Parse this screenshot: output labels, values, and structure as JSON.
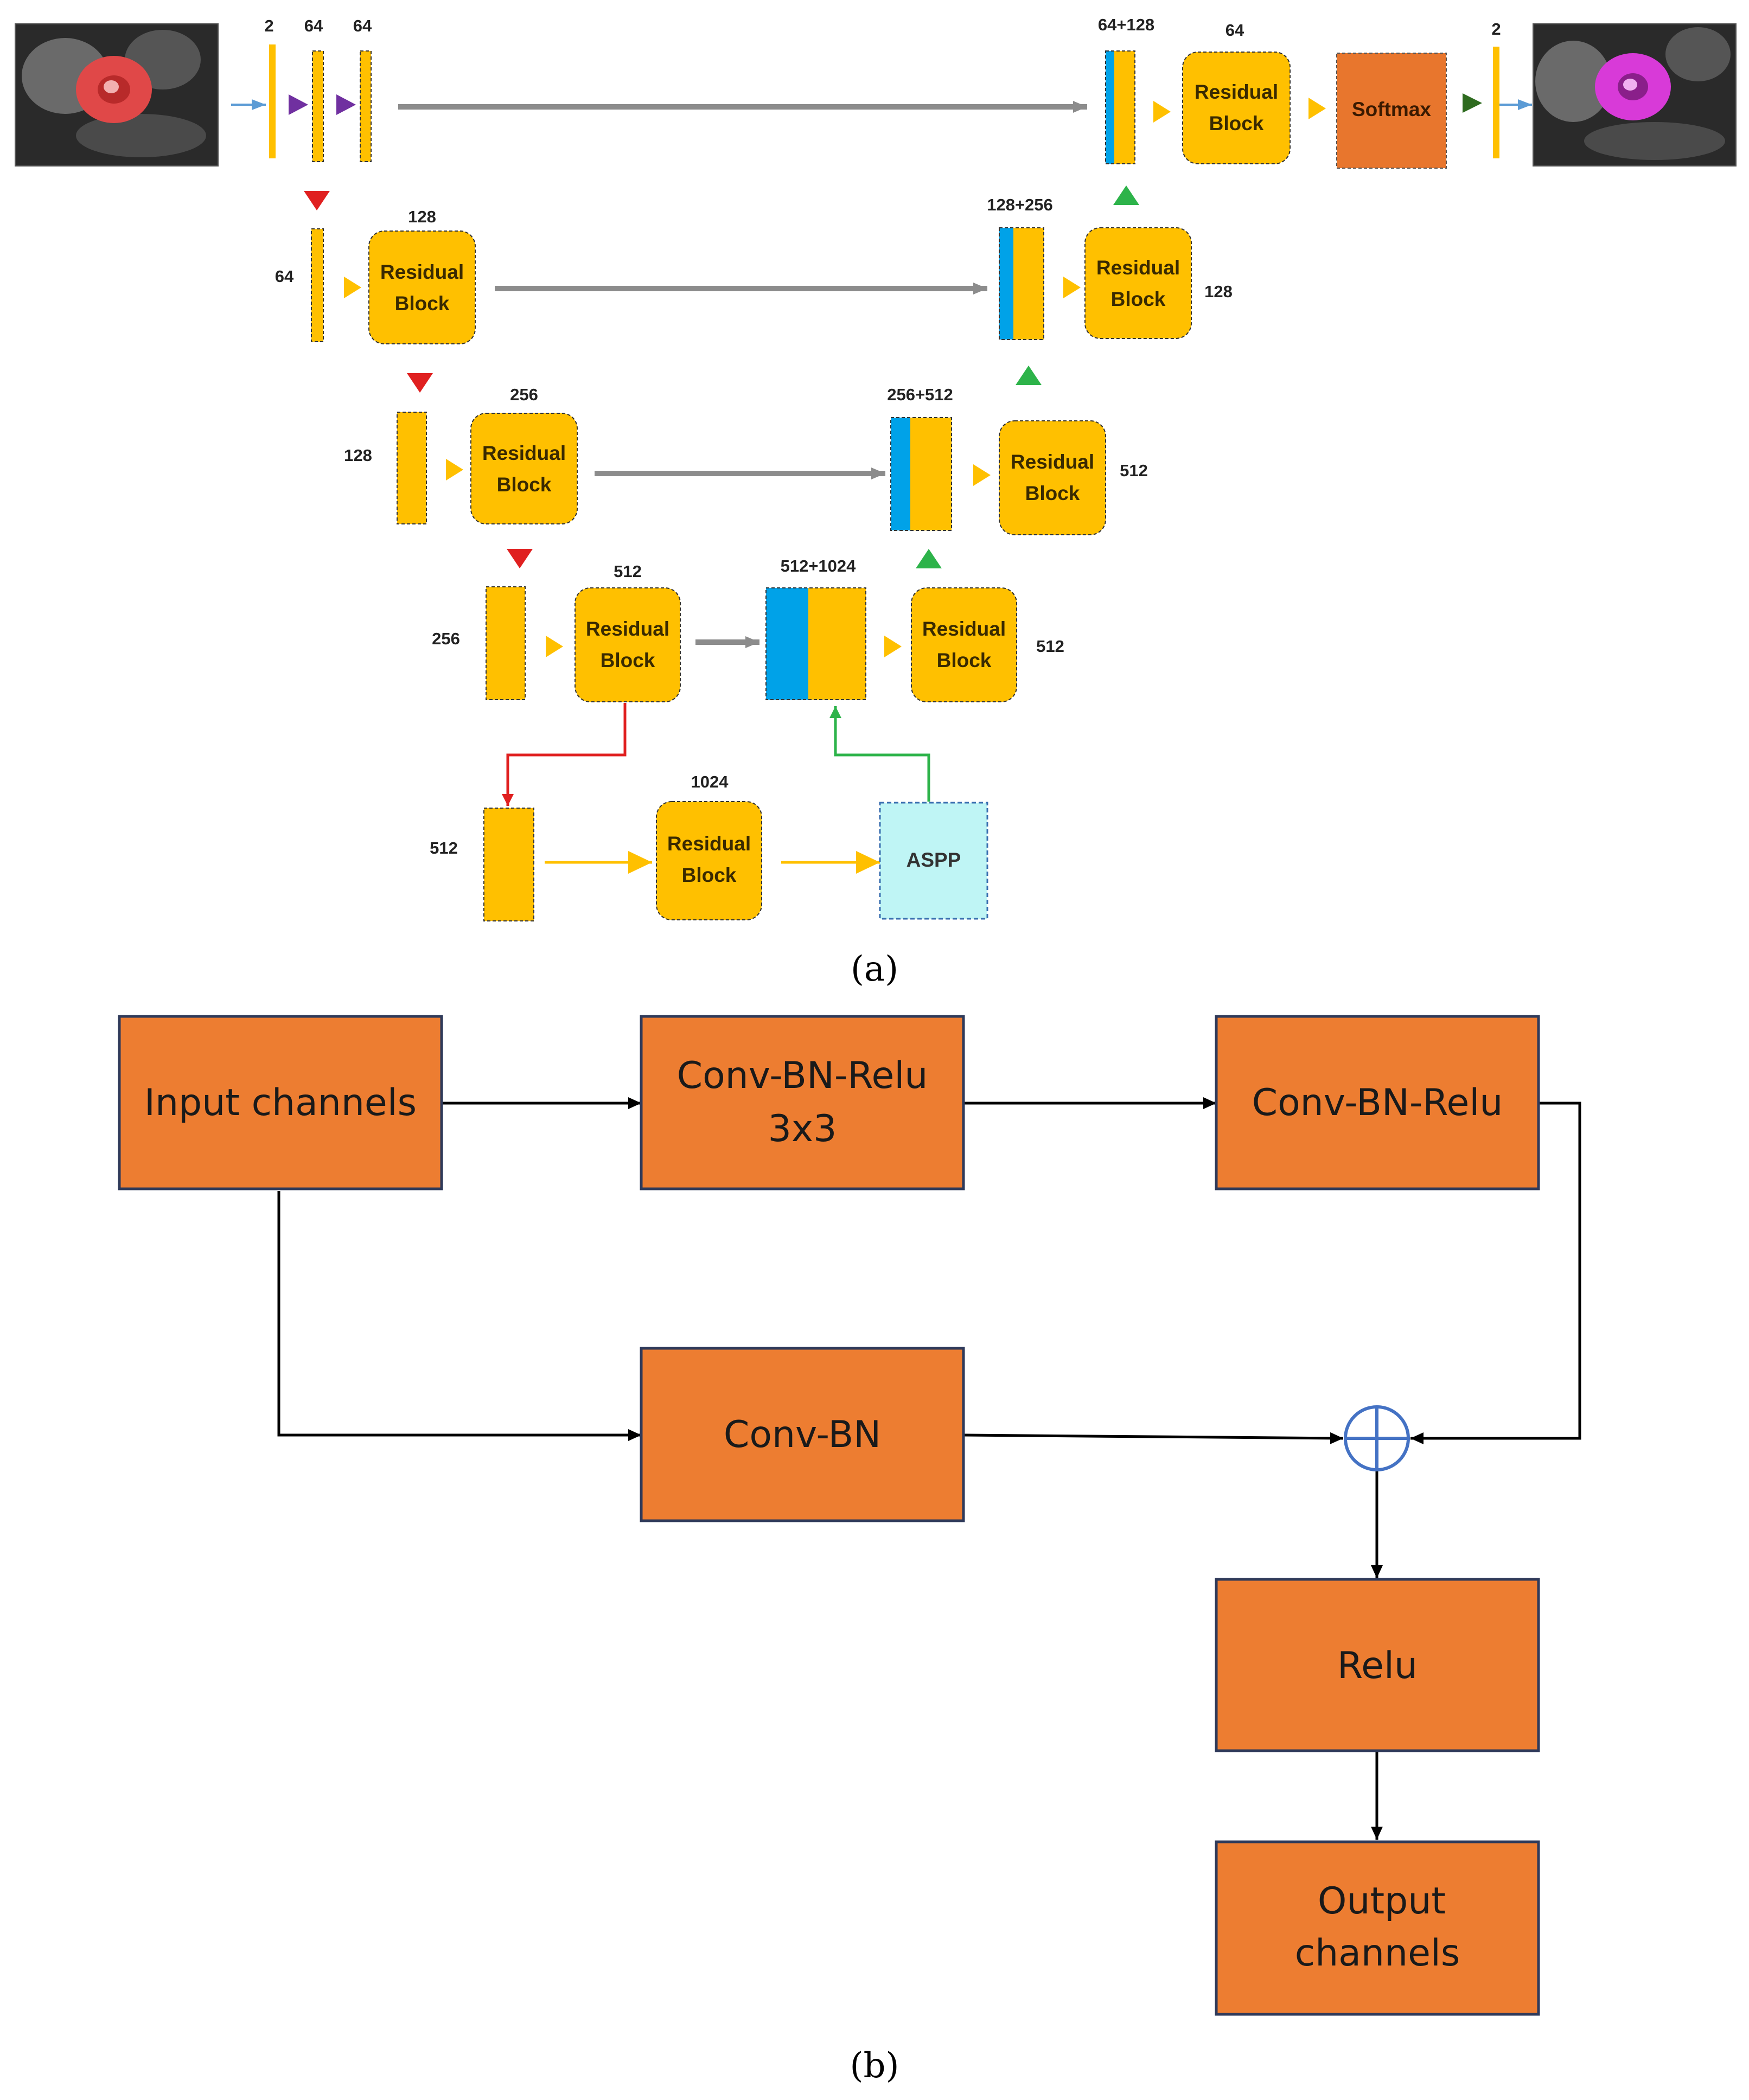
{
  "figure_a": {
    "caption": "(a)",
    "channel_labels": {
      "in": "2",
      "c1": "64",
      "c2": "64",
      "enc1_in": "64",
      "enc1_out": "128",
      "enc2_in": "128",
      "enc2_out": "256",
      "enc3_in": "256",
      "enc3_out": "512",
      "bott_in": "512",
      "bott_out": "1024",
      "cat4": "512+1024",
      "dec4_out": "512",
      "cat3": "256+512",
      "dec3_out": "512",
      "cat2": "128+256",
      "dec2_out": "128",
      "cat1": "64+128",
      "dec1_out": "64",
      "out": "2"
    },
    "residual_block_line1": "Residual",
    "residual_block_line2": "Block",
    "softmax_label": "Softmax",
    "aspp_label": "ASPP",
    "colors": {
      "feature_map": "#FFC000",
      "skip_map": "#00A2E8",
      "softmax": "#E8762D",
      "aspp": "#BFF5F5",
      "pool_arrow": "#E02020",
      "up_arrow": "#2DB34A",
      "conv_arrow": "#7030A0",
      "skip_arrow": "#8C8C8C",
      "flow_arrow": "#FFC000",
      "io_arrow": "#5B9BD5",
      "out_arrow": "#2E6B1F"
    }
  },
  "figure_b": {
    "caption": "(b)",
    "input_label": "Input channels",
    "conv1_line1": "Conv-BN-Relu",
    "conv1_line2": "3x3",
    "conv2_label": "Conv-BN-Relu",
    "shortcut_label": "Conv-BN",
    "relu_label": "Relu",
    "output_line1": "Output",
    "output_line2": "channels",
    "colors": {
      "box_fill": "#ED7D31",
      "box_border": "#2F3A5A",
      "sum_circle": "#4472C4"
    }
  }
}
